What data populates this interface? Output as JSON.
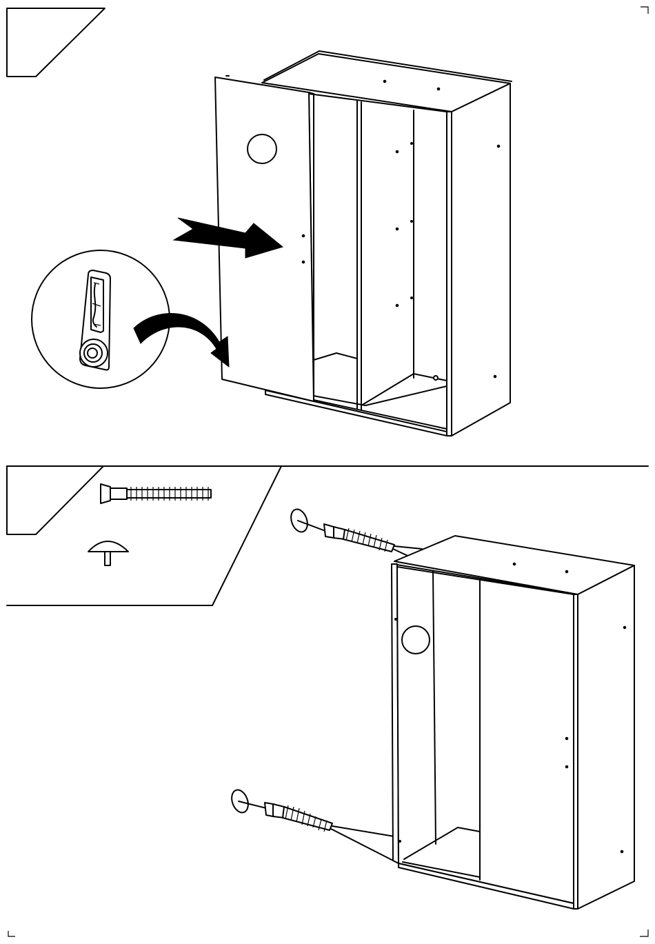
{
  "document": {
    "type": "assembly-instructions",
    "steps": [
      {
        "number": "",
        "parts": [
          "cabinet-side-panel",
          "hanging-bracket",
          "cabinet-carcass"
        ],
        "icons": [
          "arrow-icon",
          "curved-arrow-icon",
          "bracket-detail-icon"
        ]
      },
      {
        "number": "",
        "parts": [
          "screw",
          "cap",
          "cabinet-carcass"
        ],
        "icons": [
          "screw-icon",
          "cap-icon"
        ]
      }
    ]
  }
}
